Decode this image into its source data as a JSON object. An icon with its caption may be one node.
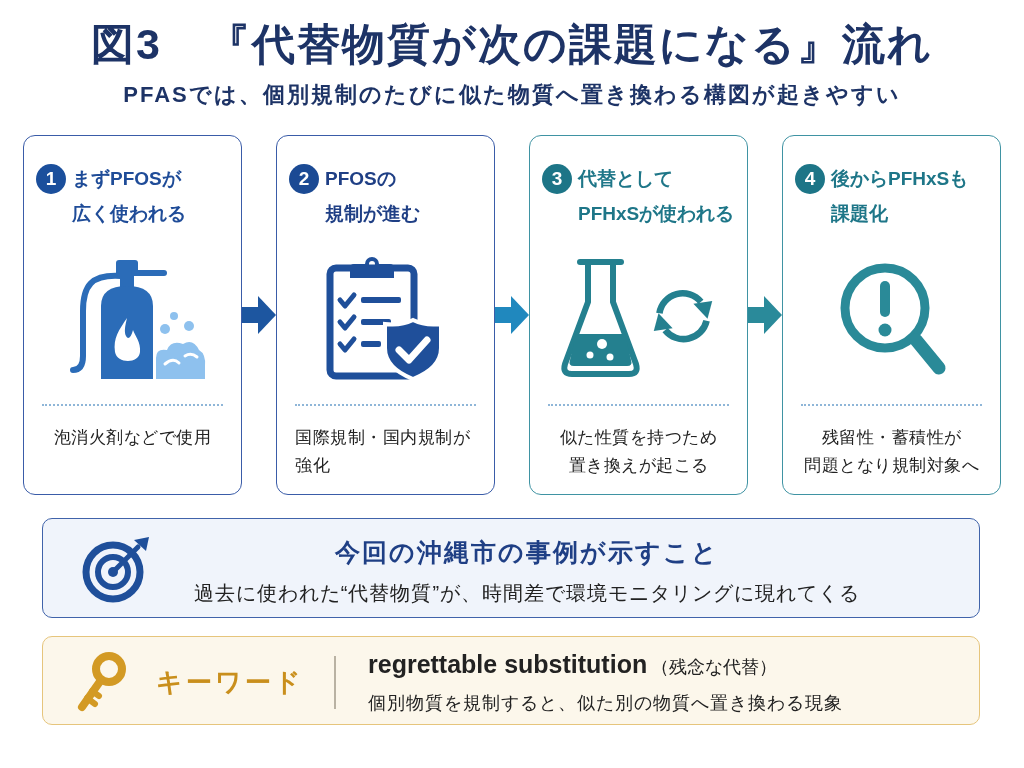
{
  "diagram": {
    "title": "図3　『代替物質が次の課題になる』流れ",
    "nodes": [
      {
        "text": [
          "1",
          "まずPFOSが広く使われる",
          "泡消火剤などで使用"
        ]
      },
      {
        "text": [
          "2",
          "PFOSの規制が進む",
          "国際規制・国内規制が強化"
        ]
      },
      {
        "text": [
          "3",
          "代替としてPFHxSが使われる",
          "似た性質を持つため置き換えが起こる"
        ]
      },
      {
        "text": [
          "4",
          "後からPFHxSも課題化",
          "残留性・蓄積性が問題となり規制対象へ"
        ]
      },
      {
        "text": [
          "今回の沖縄市の事例が示すこと",
          "過去に使われた“代替物質”が、時間差で環境モニタリングに現れてくる"
        ]
      },
      {
        "text": [
          "キーワード",
          "regrettable substitution",
          "（残念な代替）",
          "個別物質を規制すると、似た別の物質へ置き換わる現象"
        ]
      }
    ],
    "edges": [
      {
        "from": 0,
        "to": 1,
        "arrow": "to",
        "color": "#1d56a0"
      },
      {
        "from": 1,
        "to": 2,
        "arrow": "to",
        "color": "#2088be"
      },
      {
        "from": 2,
        "to": 3,
        "arrow": "to",
        "color": "#2a8a9a"
      }
    ],
    "labels": [
      "PFASでは、個別規制のたびに似た物質へ置き換わる構図が起きやすい"
    ]
  }
}
